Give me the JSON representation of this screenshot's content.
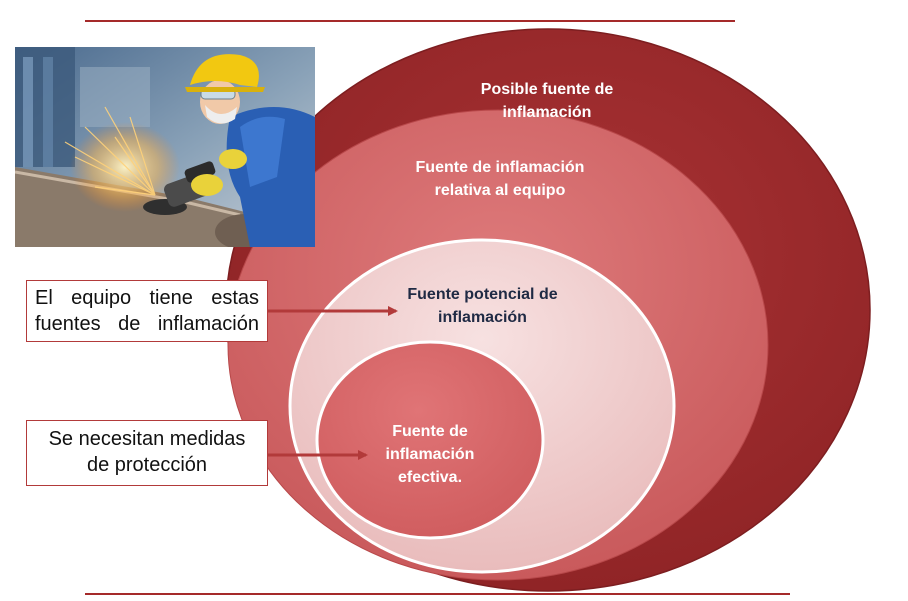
{
  "diagram": {
    "rings": [
      {
        "label": "Posible fuente de inflamación",
        "color": "#9b2a2c"
      },
      {
        "label": "Fuente de inflamación relativa al equipo",
        "color": "#d46a6b"
      },
      {
        "label": "Fuente potencial de inflamación",
        "color": "#f0cfcf"
      },
      {
        "label": "Fuente de inflamación efectiva.",
        "color": "#d9686a"
      }
    ],
    "callouts": [
      {
        "text": "El equipo tiene estas fuentes de inflamación"
      },
      {
        "text": "Se necesitan medidas de protección"
      }
    ]
  },
  "colors": {
    "accent": "#a52a2a",
    "arrow": "#b23a3a"
  }
}
